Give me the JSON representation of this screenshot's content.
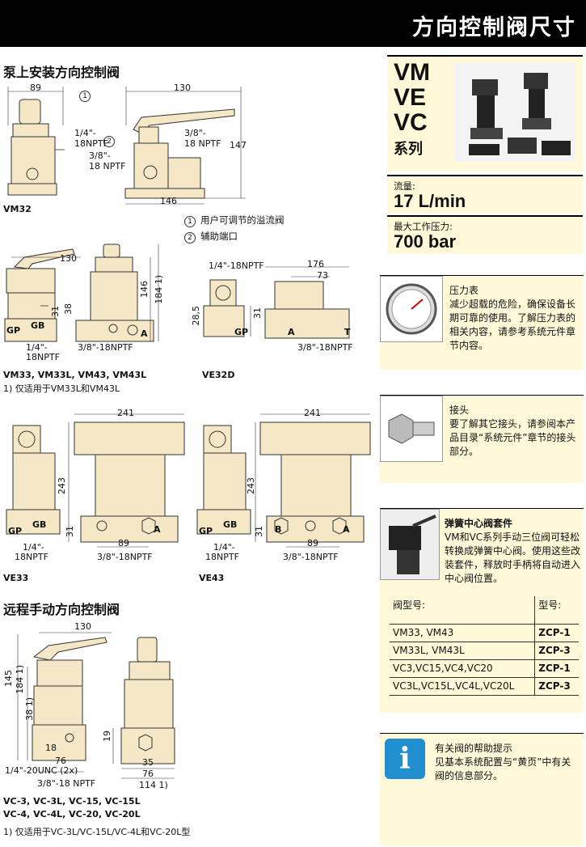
{
  "header": {
    "title": "方向控制阀尺寸"
  },
  "sections": {
    "pump": "泵上安装方向控制阀",
    "remote": "远程手动方向控制阀"
  },
  "vm32": {
    "name": "VM32",
    "dims": {
      "width": "89",
      "lever": "130",
      "height": "147",
      "base": "146"
    },
    "port1": "1/4\"-\n18NPTF",
    "port2": "3/8\"-\n18 NPTF",
    "port3": "3/8\"-\n18 NPTF",
    "callout1": "1",
    "callout2": "2"
  },
  "legend": [
    {
      "num": "1",
      "text": "用户可调节的溢流阀"
    },
    {
      "num": "2",
      "text": "辅助端口"
    }
  ],
  "vm33": {
    "name": "VM33, VM33L, VM43, VM43L",
    "note": "1) 仅适用于VM33L和VM43L",
    "dims": {
      "lever": "130",
      "h1": "146",
      "h2": "184 1)",
      "d38": "38",
      "sup1": "1)",
      "d31": "31"
    },
    "ports": {
      "gp": "GP",
      "gb": "GB",
      "a": "A",
      "p1": "1/4\"-",
      "p1b": "18NPTF",
      "p2": "3/8\"-18NPTF"
    }
  },
  "ve32d": {
    "name": "VE32D",
    "dims": {
      "w": "176",
      "w2": "73",
      "h1": "28,5",
      "h2": "31"
    },
    "ports": {
      "top": "1/4\"-18NPTF",
      "gp": "GP",
      "a": "A",
      "t": "T",
      "bot": "3/8\"-18NPTF"
    }
  },
  "ve33": {
    "name": "VE33",
    "dims": {
      "w": "241",
      "h": "243",
      "d31": "31",
      "d89": "89"
    },
    "ports": {
      "gp": "GP",
      "gb": "GB",
      "a": "A",
      "p1": "1/4\"-",
      "p1b": "18NPTF",
      "p2": "3/8\"-18NPTF"
    }
  },
  "ve43": {
    "name": "VE43",
    "dims": {
      "w": "241",
      "h": "243",
      "d31": "31",
      "d89": "89"
    },
    "ports": {
      "gp": "GP",
      "gb": "GB",
      "a": "A",
      "b": "B",
      "p1": "1/4\"-",
      "p1b": "18NPTF",
      "p2": "3/8\"-18NPTF"
    }
  },
  "vc": {
    "name1": "VC-3, VC-3L, VC-15, VC-15L",
    "name2": "VC-4, VC-4L, VC-20, VC-20L",
    "note": "1) 仅适用于VC-3L/VC-15L/VC-4L和VC-20L型",
    "dims": {
      "lever": "130",
      "h145": "145",
      "h184": "184 1)",
      "d38": "38 1)",
      "d18": "18",
      "d76": "76",
      "d19": "19",
      "d35": "35",
      "d76b": "76",
      "d114": "114 1)"
    },
    "ports": {
      "unc": "1/4\"-20UNC (2x)",
      "npt": "3/8\"-18 NPTF"
    }
  },
  "sidebar": {
    "series": [
      "VM",
      "VE",
      "VC"
    ],
    "series_label": "系列",
    "flow_label": "流量:",
    "flow_value": "17 L/min",
    "pressure_label": "最大工作压力:",
    "pressure_value": "700 bar",
    "gauge": {
      "title": "压力表",
      "text": "减少超载的危险，确保设备长期可靠的使用。了解压力表的相关内容，请参考系统元件章节内容。"
    },
    "fitting": {
      "title": "接头",
      "text": "要了解其它接头，请参阅本产品目录“系统元件”章节的接头部分。"
    },
    "spring": {
      "title": "弹簧中心阀套件",
      "text": "VM和VC系列手动三位阀可轻松转换成弹簧中心阀。使用这些改装套件，释放时手柄将自动进入中心阀位置。"
    },
    "table": {
      "headers": [
        "阀型号:",
        "型号:"
      ],
      "rows": [
        [
          "VM33, VM43",
          "ZCP-1"
        ],
        [
          "VM33L, VM43L",
          "ZCP-3"
        ],
        [
          "VC3,VC15,VC4,VC20",
          "ZCP-1"
        ],
        [
          "VC3L,VC15L,VC4L,VC20L",
          "ZCP-3"
        ]
      ]
    },
    "tip": {
      "icon": "i",
      "title": "有关阀的帮助提示",
      "text": "见基本系统配置与“黄页”中有关阀的信息部分。"
    }
  }
}
